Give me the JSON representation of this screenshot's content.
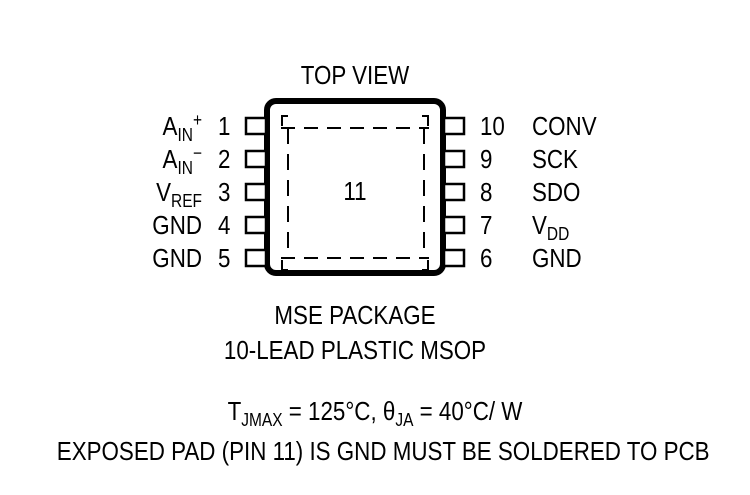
{
  "header": {
    "top_view": "TOP VIEW"
  },
  "center_pad_label": "11",
  "left_pins": [
    {
      "number": "1",
      "name": "A",
      "sub": "IN",
      "sup": "+"
    },
    {
      "number": "2",
      "name": "A",
      "sub": "IN",
      "sup": "−"
    },
    {
      "number": "3",
      "name": "V",
      "sub": "REF",
      "sup": ""
    },
    {
      "number": "4",
      "name": "GND",
      "sub": "",
      "sup": ""
    },
    {
      "number": "5",
      "name": "GND",
      "sub": "",
      "sup": ""
    }
  ],
  "right_pins": [
    {
      "number": "10",
      "name": "CONV",
      "sub": ""
    },
    {
      "number": "9",
      "name": "SCK",
      "sub": ""
    },
    {
      "number": "8",
      "name": "SDO",
      "sub": ""
    },
    {
      "number": "7",
      "name": "V",
      "sub": "DD"
    },
    {
      "number": "6",
      "name": "GND",
      "sub": ""
    }
  ],
  "package": {
    "line1": "MSE PACKAGE",
    "line2": "10-LEAD PLASTIC MSOP"
  },
  "thermal": {
    "t_main": "T",
    "t_sub": "JMAX",
    "t_rest": " = 125°C, ",
    "theta_main": "θ",
    "theta_sub": "JA",
    "theta_rest": " = 40°C/ W"
  },
  "note": "EXPOSED PAD (PIN 11) IS GND MUST BE SOLDERED TO PCB"
}
